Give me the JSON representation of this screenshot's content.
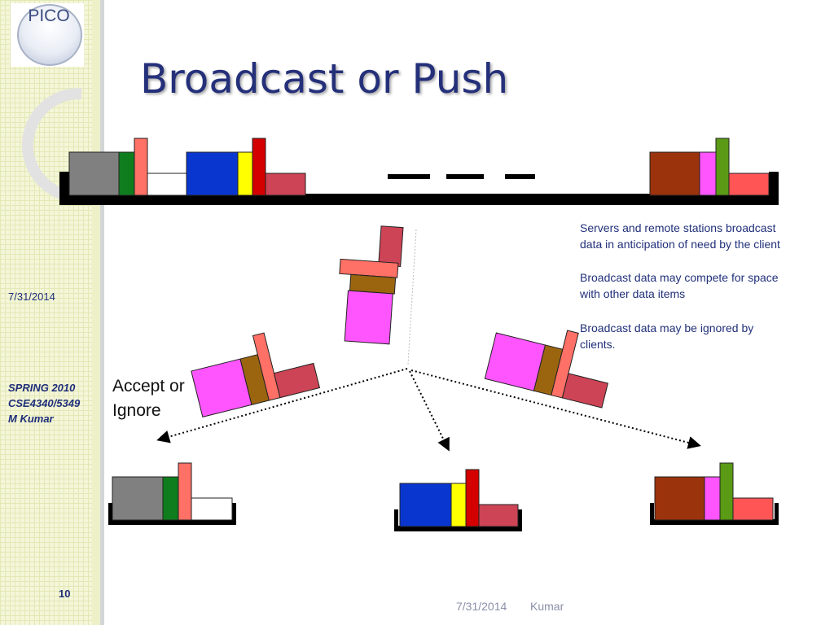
{
  "logo": {
    "text": "PICO"
  },
  "sidebar": {
    "date": "7/31/2014",
    "course_lines": [
      "SPRING 2010",
      "CSE4340/5349",
      "M Kumar"
    ],
    "page_number": "10"
  },
  "title": "Broadcast or Push",
  "descriptions": [
    {
      "lines": [
        "Servers and remote stations broadcast",
        "data in anticipation of need by the client"
      ]
    },
    {
      "lines": [
        "Broadcast data may compete for space",
        "with other data items"
      ]
    },
    {
      "lines": [
        "Broadcast data may be ignored by",
        "clients."
      ]
    }
  ],
  "accept_label": [
    "Accept or",
    "Ignore"
  ],
  "footer": {
    "date": "7/31/2014",
    "author": "Kumar"
  },
  "colors": {
    "title": "#25307a",
    "text": "#21307a",
    "gray": "#808080",
    "green": "#0f7d1e",
    "salmon": "#ff7066",
    "blue": "#0a36d0",
    "yellow": "#ffff00",
    "red": "#d40000",
    "rose": "#cc4455",
    "brown": "#9b330d",
    "pink": "#ff55ff",
    "olive": "#5a9a14",
    "coral": "#ff5555",
    "tan": "#9b6510"
  }
}
